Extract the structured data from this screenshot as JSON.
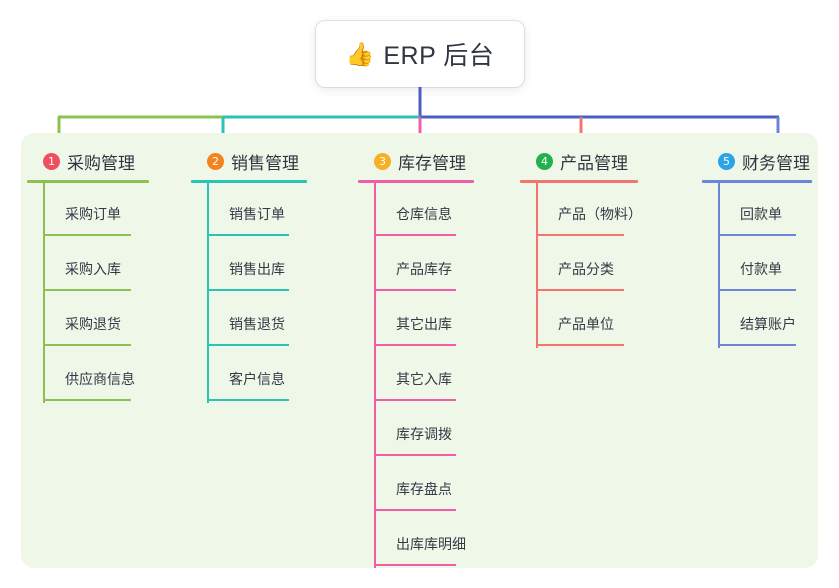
{
  "root": {
    "icon": "thumbs-up-icon",
    "icon_glyph": "👍",
    "label": "ERP 后台"
  },
  "panel": {
    "background_color": "#eff7e9"
  },
  "colors": {
    "col1_line": "#8cc152",
    "col1_badge": "#f04f5f",
    "col2_line": "#2bc4b4",
    "col2_badge": "#f58220",
    "col3_line": "#ef5fa7",
    "col3_badge": "#f6b024",
    "col4_line": "#f2766e",
    "col4_badge": "#22b14c",
    "col5_line": "#6b85d8",
    "col5_badge": "#2aa3e8",
    "root_connector": "#4a5fc1",
    "text": "#2f3640"
  },
  "columns": [
    {
      "index": "1",
      "badge": "1",
      "title": "采购管理",
      "line_color": "#8cc152",
      "badge_color": "#f04f5f",
      "items": [
        {
          "label": "采购订单"
        },
        {
          "label": "采购入库"
        },
        {
          "label": "采购退货"
        },
        {
          "label": "供应商信息"
        }
      ]
    },
    {
      "index": "2",
      "badge": "2",
      "title": "销售管理",
      "line_color": "#2bc4b4",
      "badge_color": "#f58220",
      "items": [
        {
          "label": "销售订单"
        },
        {
          "label": "销售出库"
        },
        {
          "label": "销售退货"
        },
        {
          "label": "客户信息"
        }
      ]
    },
    {
      "index": "3",
      "badge": "3",
      "title": "库存管理",
      "line_color": "#ef5fa7",
      "badge_color": "#f6b024",
      "items": [
        {
          "label": "仓库信息"
        },
        {
          "label": "产品库存"
        },
        {
          "label": "其它出库"
        },
        {
          "label": "其它入库"
        },
        {
          "label": "库存调拨"
        },
        {
          "label": "库存盘点"
        },
        {
          "label": "出库库明细"
        }
      ]
    },
    {
      "index": "4",
      "badge": "4",
      "title": "产品管理",
      "line_color": "#f2766e",
      "badge_color": "#22b14c",
      "items": [
        {
          "label": "产品（物料）"
        },
        {
          "label": "产品分类"
        },
        {
          "label": "产品单位"
        }
      ]
    },
    {
      "index": "5",
      "badge": "5",
      "title": "财务管理",
      "line_color": "#6b85d8",
      "badge_color": "#2aa3e8",
      "items": [
        {
          "label": "回款单"
        },
        {
          "label": "付款单"
        },
        {
          "label": "结算账户"
        }
      ]
    }
  ]
}
